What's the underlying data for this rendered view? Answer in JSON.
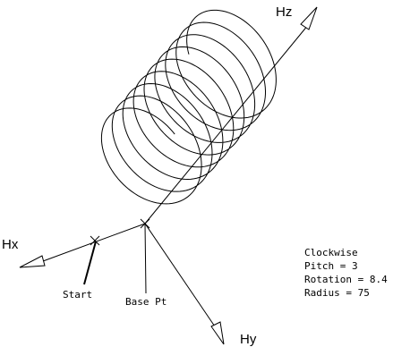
{
  "axes": {
    "x_label": "Hx",
    "y_label": "Hy",
    "z_label": "Hz"
  },
  "markers": {
    "start_label": "Start",
    "base_label": "Base Pt"
  },
  "parameters": {
    "direction": "Clockwise",
    "pitch": "Pitch = 3",
    "rotation": "Rotation = 8.4",
    "radius": "Radius =  75"
  },
  "helix": {
    "turns": 8.4,
    "pitch": 3,
    "radius": 75,
    "direction": "clockwise"
  }
}
